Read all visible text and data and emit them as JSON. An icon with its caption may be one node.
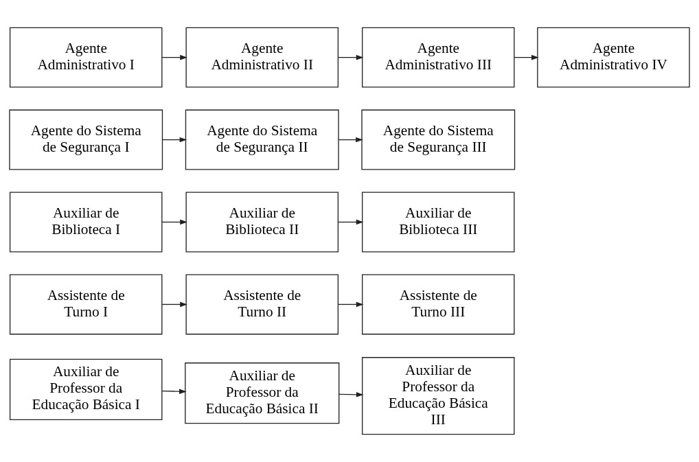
{
  "diagram": {
    "nodes": [
      {
        "text": [
          "Agente Administrativo I"
        ]
      },
      {
        "text": [
          "Agente Administrativo II"
        ]
      },
      {
        "text": [
          "Agente Administrativo III"
        ]
      },
      {
        "text": [
          "Agente Administrativo IV"
        ]
      },
      {
        "text": [
          "Agente do Sistema de Segurança I"
        ]
      },
      {
        "text": [
          "Agente do Sistema de Segurança II"
        ]
      },
      {
        "text": [
          "Agente do Sistema de Segurança III"
        ]
      },
      {
        "text": [
          "Auxiliar de Biblioteca I"
        ]
      },
      {
        "text": [
          "Auxiliar de Biblioteca II"
        ]
      },
      {
        "text": [
          "Auxiliar de Biblioteca III"
        ]
      },
      {
        "text": [
          "Assistente de Turno I"
        ]
      },
      {
        "text": [
          "Assistente de Turno II"
        ]
      },
      {
        "text": [
          "Assistente de Turno III"
        ]
      },
      {
        "text": [
          "Auxiliar de Professor da Educação Básica I"
        ]
      },
      {
        "text": [
          "Auxiliar de Professor da Educação Básica II"
        ]
      },
      {
        "text": [
          "Auxiliar de Professor da Educação Básica III"
        ]
      }
    ],
    "edges": [
      {
        "from": 0,
        "to": 1,
        "arrow": "to"
      },
      {
        "from": 1,
        "to": 2,
        "arrow": "to"
      },
      {
        "from": 2,
        "to": 3,
        "arrow": "to"
      },
      {
        "from": 4,
        "to": 5,
        "arrow": "to"
      },
      {
        "from": 5,
        "to": 6,
        "arrow": "to"
      },
      {
        "from": 7,
        "to": 8,
        "arrow": "to"
      },
      {
        "from": 8,
        "to": 9,
        "arrow": "to"
      },
      {
        "from": 10,
        "to": 11,
        "arrow": "to"
      },
      {
        "from": 11,
        "to": 12,
        "arrow": "to"
      },
      {
        "from": 13,
        "to": 14,
        "arrow": "to"
      },
      {
        "from": 14,
        "to": 15,
        "arrow": "to"
      }
    ]
  }
}
